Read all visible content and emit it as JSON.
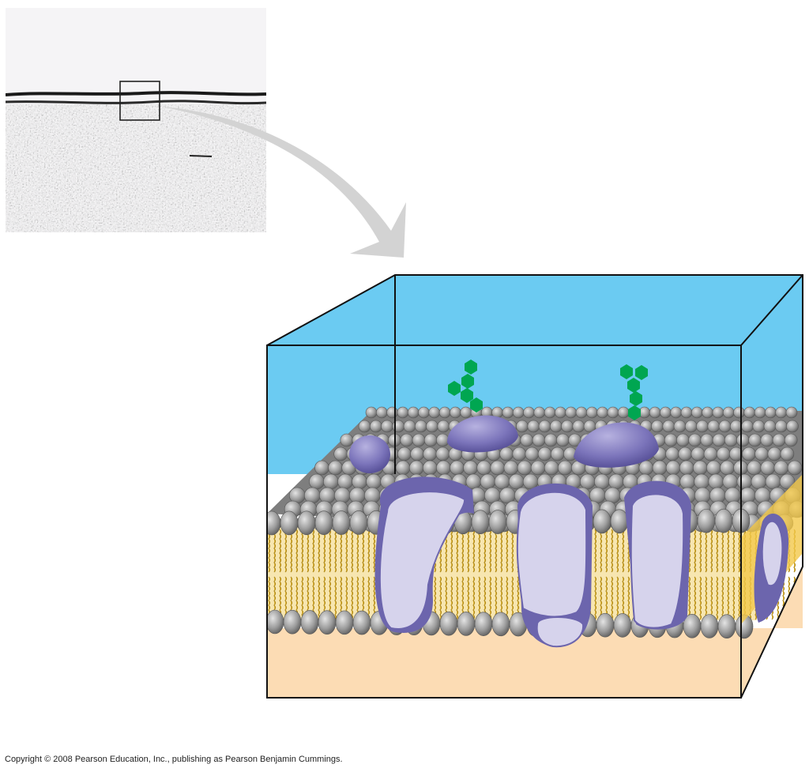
{
  "copyright": "Copyright © 2008 Pearson Education, Inc., publishing as Pearson Benjamin Cummings.",
  "colors": {
    "extracellular_fluid": "#6bcbf2",
    "cytoplasm": "#fcdcb4",
    "phospholipid_head": "#9a9a9a",
    "fatty_acid_tail": "#f3c84a",
    "protein": "#8a84c4",
    "protein_cross_section": "#d6d3ec",
    "carbohydrate": "#00a651",
    "arrow": "#d3d3d3"
  },
  "panels": {
    "micrograph": "TEM micrograph of plasma membrane",
    "model": "fluid mosaic model of plasma membrane"
  }
}
